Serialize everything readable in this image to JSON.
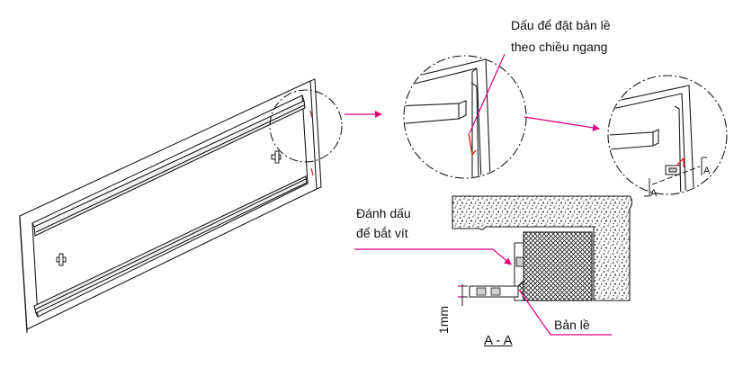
{
  "labels": {
    "hinge_note_line1": "Dấu để đặt bản lề",
    "hinge_note_line2": "theo chiều ngang",
    "screw_note_line1": "Đánh dấu",
    "screw_note_line2": "để bắt vít",
    "hinge": "Bản lề",
    "section": "A - A",
    "dimension": "1mm",
    "section_mark_a1": "A",
    "section_mark_a2": "A"
  },
  "colors": {
    "line": "#1a1a1a",
    "accent": "#e0007a",
    "marker": "#e02020",
    "shade": "#cfcfcf"
  },
  "icons": [
    "screw-mark-icon",
    "hinge-icon",
    "arrow-icon"
  ]
}
